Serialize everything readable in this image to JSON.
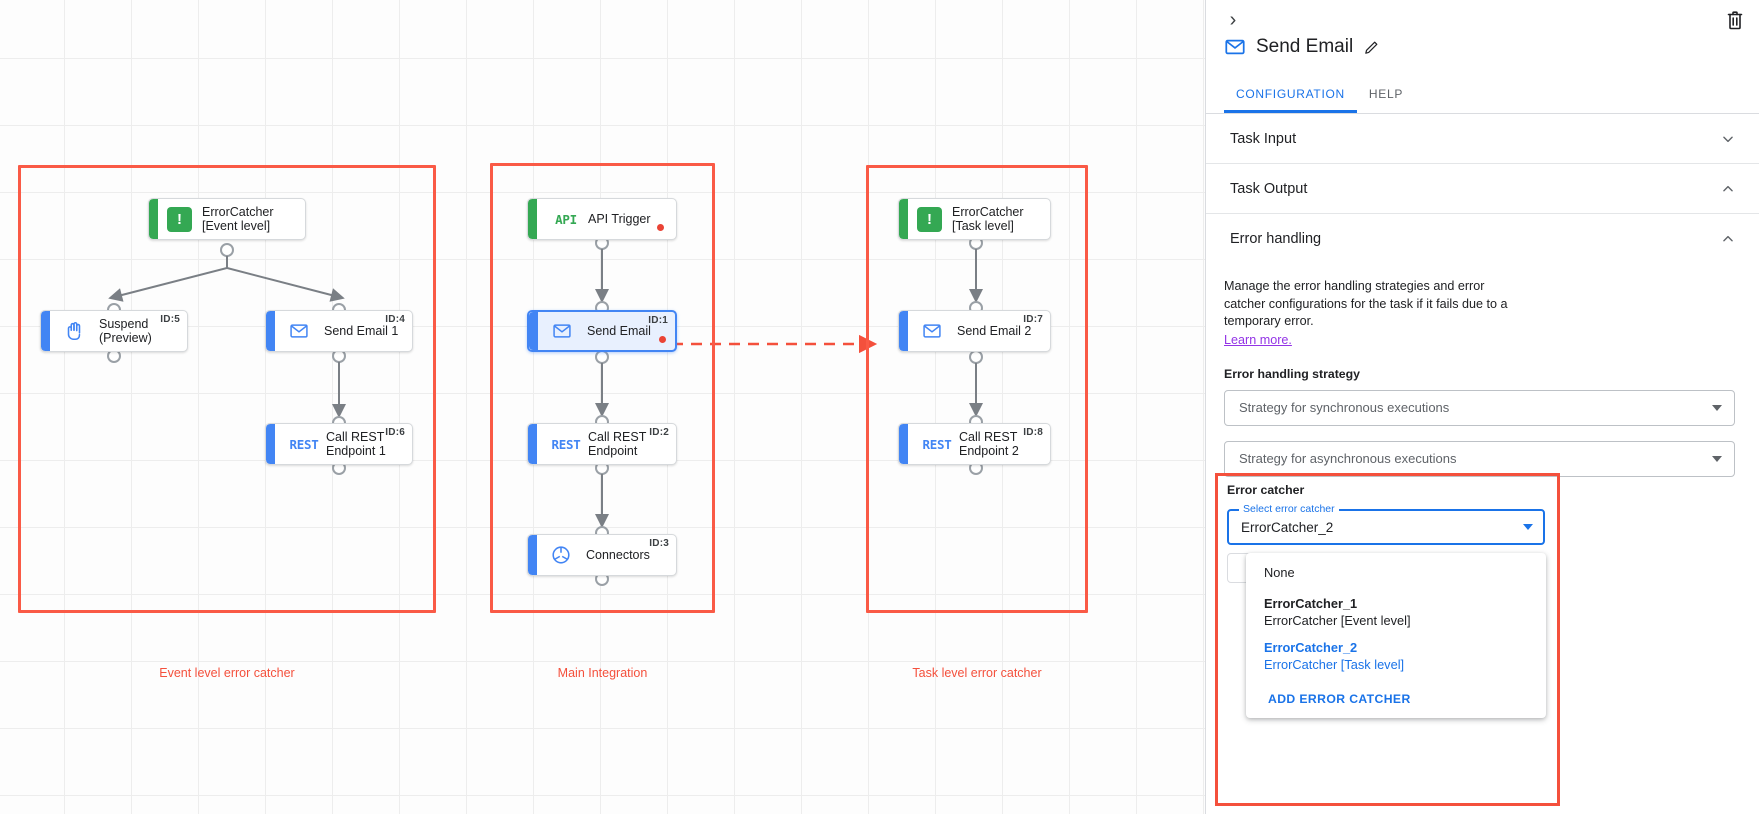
{
  "canvas": {
    "groups": [
      {
        "caption": "Event level error catcher"
      },
      {
        "caption": "Main Integration"
      },
      {
        "caption": "Task level error catcher"
      }
    ],
    "nodes": {
      "errorcatcher_event": {
        "label": "ErrorCatcher\n[Event level]",
        "icon": "error-catcher-icon",
        "id": ""
      },
      "suspend": {
        "label": "Suspend\n(Preview)",
        "icon": "hand-icon",
        "id": "ID:5"
      },
      "send_email_1": {
        "label": "Send Email 1",
        "icon": "envelope-icon",
        "id": "ID:4"
      },
      "call_rest_1": {
        "label": "Call REST\nEndpoint 1",
        "icon": "REST",
        "id": "ID:6"
      },
      "api_trigger": {
        "label": "API Trigger",
        "icon": "API",
        "id": ""
      },
      "send_email": {
        "label": "Send Email",
        "icon": "envelope-icon",
        "id": "ID:1"
      },
      "call_rest": {
        "label": "Call REST\nEndpoint",
        "icon": "REST",
        "id": "ID:2"
      },
      "connectors": {
        "label": "Connectors",
        "icon": "connectors-icon",
        "id": "ID:3"
      },
      "errorcatcher_task": {
        "label": "ErrorCatcher\n[Task level]",
        "icon": "error-catcher-icon",
        "id": ""
      },
      "send_email_2": {
        "label": "Send Email 2",
        "icon": "envelope-icon",
        "id": "ID:7"
      },
      "call_rest_2": {
        "label": "Call REST\nEndpoint 2",
        "icon": "REST",
        "id": "ID:8"
      }
    },
    "colors": {
      "group_outline": "#fa5a46",
      "caption": "#f4503c",
      "trigger_accent": "#34a853",
      "task_accent": "#4285f4",
      "error_dot": "#ea4335"
    }
  },
  "panel": {
    "collapse_glyph": "›",
    "title": "Send Email",
    "tabs": [
      {
        "label": "CONFIGURATION",
        "active": true
      },
      {
        "label": "HELP",
        "active": false
      }
    ],
    "sections": [
      {
        "label": "Task Input",
        "expanded": false
      },
      {
        "label": "Task Output",
        "expanded": true
      },
      {
        "label": "Error handling",
        "expanded": true
      }
    ],
    "error_handling": {
      "description": "Manage the error handling strategies and error catcher configurations for the task if it fails due to a temporary error.",
      "learn_more": "Learn more.",
      "strategy_label": "Error handling strategy",
      "sync_placeholder": "Strategy for synchronous executions",
      "async_placeholder": "Strategy for asynchronous executions"
    },
    "error_catcher": {
      "label": "Error catcher",
      "field_label": "Select error catcher",
      "value": "ErrorCatcher_2",
      "options": [
        {
          "name": "None",
          "sub": "",
          "selected": false
        },
        {
          "name": "ErrorCatcher_1",
          "sub": "ErrorCatcher [Event level]",
          "selected": false
        },
        {
          "name": "ErrorCatcher_2",
          "sub": "ErrorCatcher [Task level]",
          "selected": true
        }
      ],
      "add_label": "ADD ERROR CATCHER"
    },
    "colors": {
      "accent": "#1a73e8",
      "learn_more": "#9334e6",
      "highlight": "#f4503c"
    }
  }
}
